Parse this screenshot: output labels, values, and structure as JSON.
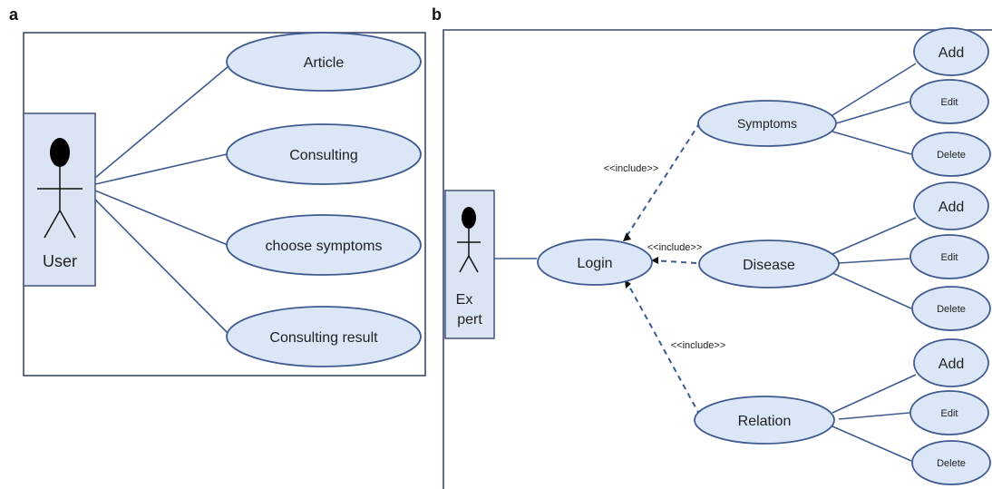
{
  "panel_a": {
    "label": "a",
    "actor": "User",
    "use_cases": [
      "Article",
      "Consulting",
      "choose symptoms",
      "Consulting result"
    ]
  },
  "panel_b": {
    "label": "b",
    "actor_line1": "Ex",
    "actor_line2": "pert",
    "login": "Login",
    "include_label": "<<include>>",
    "groups": [
      {
        "name": "Symptoms",
        "actions": [
          "Add",
          "Edit",
          "Delete"
        ]
      },
      {
        "name": "Disease",
        "actions": [
          "Add",
          "Edit",
          "Delete"
        ]
      },
      {
        "name": "Relation",
        "actions": [
          "Add",
          "Edit",
          "Delete"
        ]
      }
    ]
  }
}
